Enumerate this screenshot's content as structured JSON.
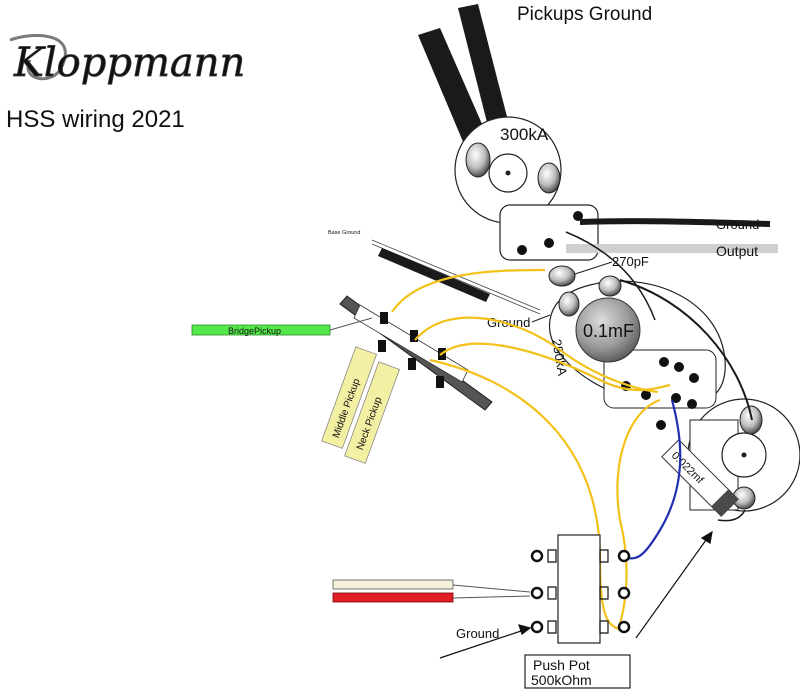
{
  "logo": {
    "text": "Kloppmann"
  },
  "title": "HSS wiring 2021",
  "labels": {
    "pickups_ground": "Pickups Ground",
    "base_ground": "Base Ground",
    "ground_wire": "Ground",
    "output_wire": "Output",
    "ground_switch": "Ground",
    "ground_bottom": "Ground",
    "cap_270": "270pF",
    "cap_01": "0.1mF",
    "cap_0022": "0.022mf",
    "pot_300": "300kA",
    "pot_250": "250kA",
    "bridge_pickup": "BridgePickup",
    "middle_pickup": "Middle Pickup",
    "neck_pickup": "Neck Pickup",
    "push_pot_line1": "Push Pot",
    "push_pot_line2": "500kOhm"
  },
  "colors": {
    "yellow_wire": "#f2c21b",
    "blue_wire": "#1f2fb0",
    "black_wire": "#1a1a1a",
    "green_lead": "#55e84a",
    "red_lead": "#e01e24",
    "cream_lead": "#f4f0dc",
    "pickup_label_bg": "#f3f0a4",
    "grey_pot": "#e0e0e0"
  }
}
